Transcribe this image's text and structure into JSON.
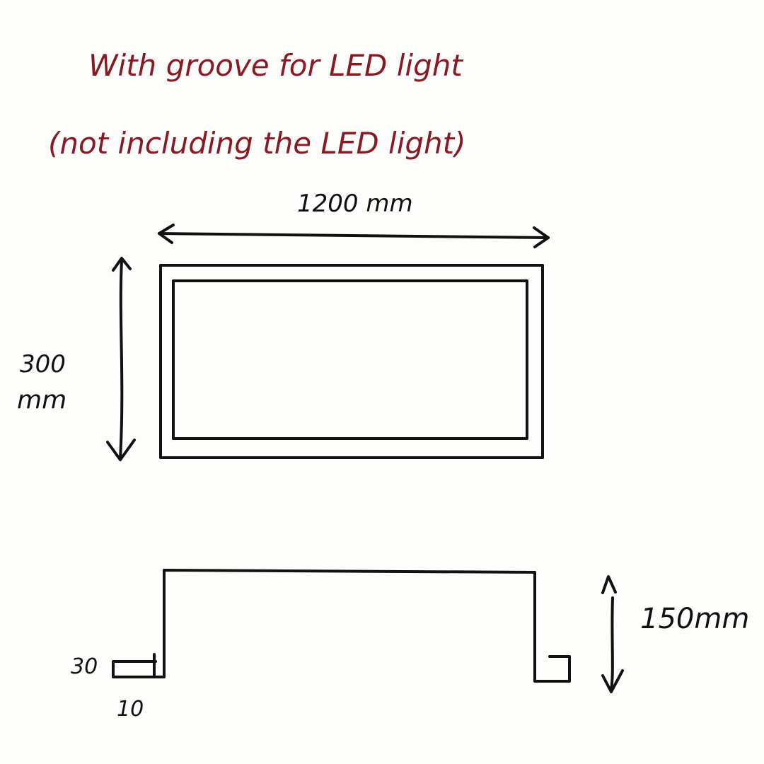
{
  "title": {
    "line1": "With groove for LED light",
    "line2": "(not including the LED light)",
    "color": "#8a1a22"
  },
  "top_view": {
    "width_label": "1200 mm",
    "height_label_value": "300",
    "height_label_unit": "mm"
  },
  "side_view": {
    "height_label": "150mm",
    "groove_height_label": "30",
    "groove_width_label": "10"
  },
  "ink_color": "#111111",
  "paper_color": "#fdfdfc"
}
